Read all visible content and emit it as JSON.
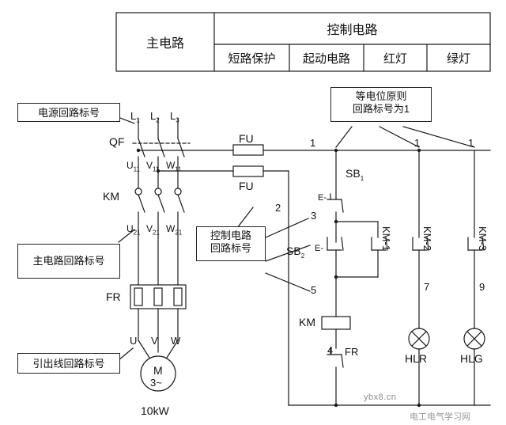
{
  "table": {
    "left_header": "主电路",
    "right_header": "控制电路",
    "sub_columns": [
      "短路保护",
      "起动电路",
      "红灯",
      "绿灯"
    ]
  },
  "callouts": {
    "power_loop": "电源回路标号",
    "equipotential": "等电位原则\n回路标号为1",
    "equipotential_line1": "等电位原则",
    "equipotential_line2": "回路标号为1",
    "main_loop": "主电路回路标号",
    "control_loop_line1": "控制电路",
    "control_loop_line2": "回路标号",
    "lead_out": "引出线回路标号"
  },
  "devices": {
    "qf": "QF",
    "km_main": "KM",
    "fr": "FR",
    "fu_1": "FU",
    "fu_2": "FU",
    "sb1": "SB",
    "sb1_sub": "1",
    "sb2": "SB",
    "sb2_sub": "2",
    "km1_contact": "KM-1",
    "km2_contact": "KM-2",
    "km3_contact": "KM-3",
    "km_coil": "KM",
    "fr_contact": "FR",
    "lamp_red": "HLR",
    "lamp_green": "HLG",
    "motor": "M",
    "motor_phase": "3~",
    "motor_power": "10kW"
  },
  "terminals": {
    "l1": "L",
    "l1_sub": "1",
    "l2": "L",
    "l2_sub": "2",
    "l3": "L",
    "l3_sub": "3",
    "u11": "U",
    "u11_sub": "11",
    "v11": "V",
    "v11_sub": "11",
    "w11": "W",
    "w11_sub": "11",
    "u21": "U",
    "u21_sub": "21",
    "v21": "V",
    "v21_sub": "21",
    "w21": "W",
    "w21_sub": "21",
    "u": "U",
    "v": "V",
    "w": "W"
  },
  "wire_numbers": {
    "n1_a": "1",
    "n1_b": "1",
    "n1_c": "1",
    "n2": "2",
    "n3": "3",
    "n4": "4",
    "n5": "5",
    "n7": "7",
    "n9": "9"
  },
  "markers": {
    "e_arrow_1": "E-",
    "e_arrow_2": "E-"
  },
  "watermark": {
    "site": "ybx8.cn",
    "brand": "电工电气学习网"
  },
  "colors": {
    "line": "#1a1a1a",
    "background": "#ffffff",
    "watermark": "#8c8c8c"
  }
}
